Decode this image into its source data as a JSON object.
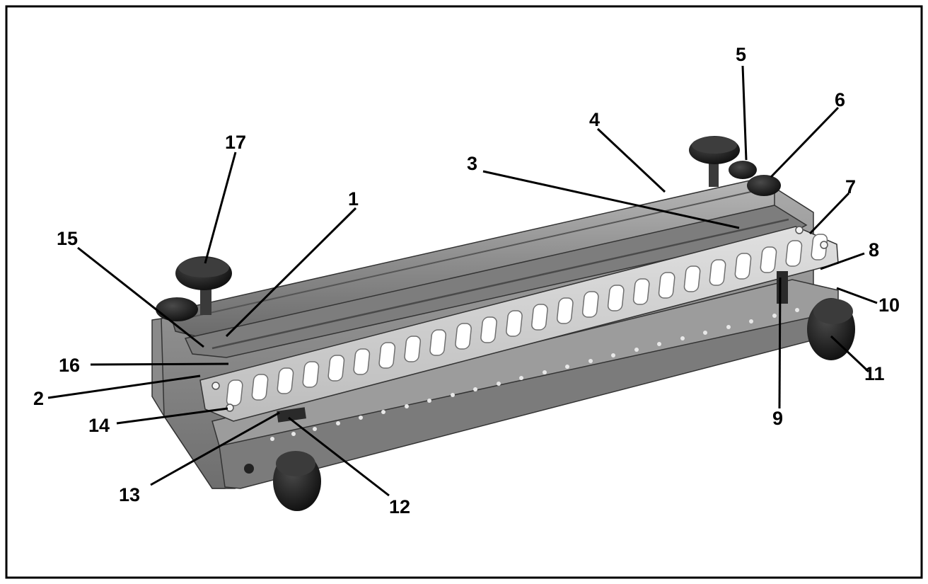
{
  "callouts": [
    {
      "id": "1",
      "label": "1"
    },
    {
      "id": "2",
      "label": "2"
    },
    {
      "id": "3",
      "label": "3"
    },
    {
      "id": "4",
      "label": "4"
    },
    {
      "id": "5",
      "label": "5"
    },
    {
      "id": "6",
      "label": "6"
    },
    {
      "id": "7",
      "label": "7"
    },
    {
      "id": "8",
      "label": "8"
    },
    {
      "id": "9",
      "label": "9"
    },
    {
      "id": "10",
      "label": "10"
    },
    {
      "id": "11",
      "label": "11"
    },
    {
      "id": "12",
      "label": "12"
    },
    {
      "id": "13",
      "label": "13"
    },
    {
      "id": "14",
      "label": "14"
    },
    {
      "id": "15",
      "label": "15"
    },
    {
      "id": "16",
      "label": "16"
    },
    {
      "id": "17",
      "label": "17"
    }
  ],
  "colors": {
    "frame": "#000000",
    "background": "#ffffff",
    "metal_light": "#c9c9c9",
    "metal_mid": "#9a9a9a",
    "metal_dark": "#555555",
    "knob": "#1c1c1c",
    "template_plate": "#d6d6d6"
  },
  "icons": {
    "knob": "star-knob-icon"
  }
}
